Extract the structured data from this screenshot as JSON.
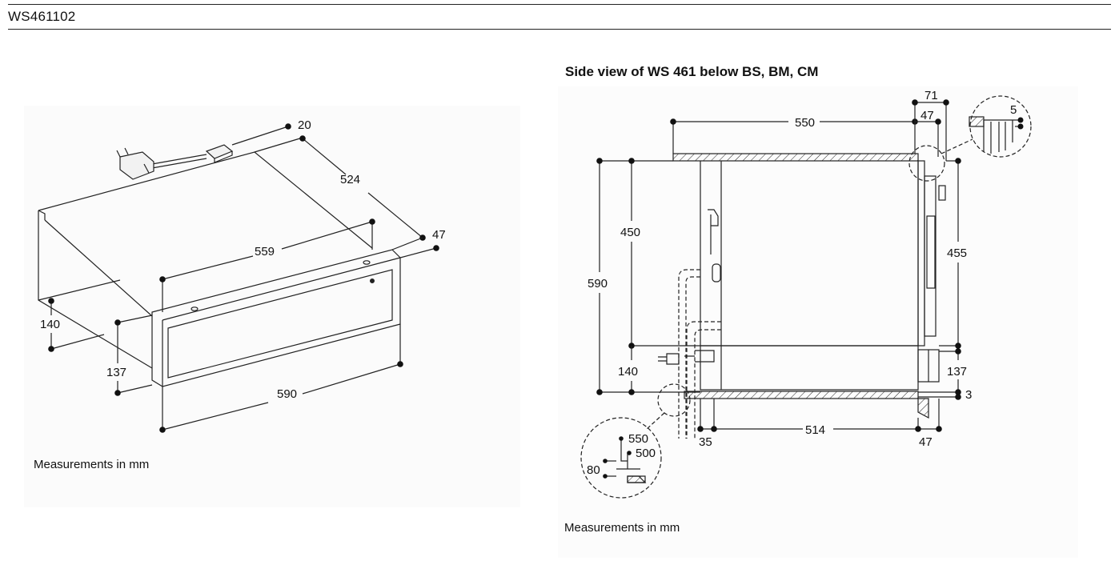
{
  "header": {
    "model": "WS461102"
  },
  "side_view": {
    "heading": "Side view of WS 461 below BS, BM, CM"
  },
  "captions": {
    "left": "Measurements in mm",
    "right": "Measurements in mm"
  },
  "iso_dims": {
    "d20": "20",
    "d524": "524",
    "d47": "47",
    "d559": "559",
    "d140": "140",
    "d137": "137",
    "d590": "590"
  },
  "side_dims": {
    "d71": "71",
    "d47_top": "47",
    "d550": "550",
    "d5": "5",
    "d450": "450",
    "d590": "590",
    "d455": "455",
    "d140": "140",
    "d137": "137",
    "d3": "3",
    "d35": "35",
    "d514": "514",
    "d47_bottom": "47"
  },
  "detail_dims": {
    "d550": "550",
    "d500": "500",
    "d80": "80"
  }
}
